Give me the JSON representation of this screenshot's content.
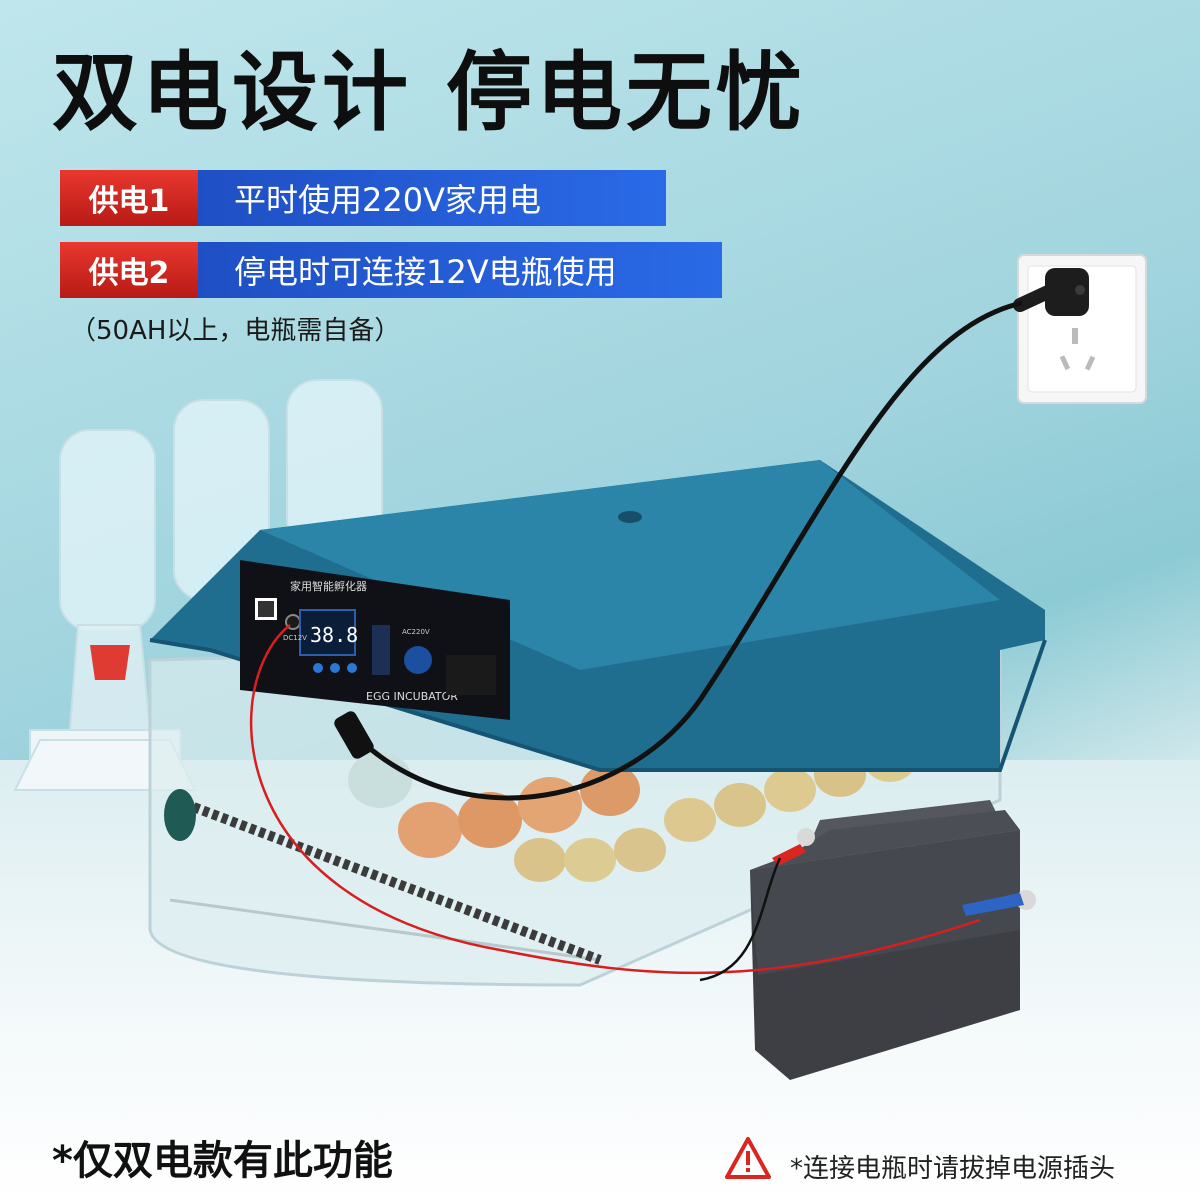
{
  "headline": "双电设计 停电无忧",
  "power_rows": [
    {
      "tag": "供电1",
      "text": "平时使用220V家用电"
    },
    {
      "tag": "供电2",
      "text": "停电时可连接12V电瓶使用"
    }
  ],
  "battery_note": "（50AH以上，电瓶需自备）",
  "panel": {
    "brand_cn": "家用智能孵化器",
    "brand_en": "EGG INCUBATOR",
    "display": "38.8",
    "dc_label": "DC12V",
    "ac_label": "AC220V"
  },
  "footer": {
    "left_note": "*仅双电款有此功能",
    "right_note": "*连接电瓶时请拔掉电源插头"
  },
  "colors": {
    "tag_red": "#d9261f",
    "desc_blue": "#2458d6",
    "lid_teal": "#1f6e90",
    "battery_gray": "#3d3f45"
  },
  "icons": [
    "warning-triangle-icon",
    "wall-socket-icon",
    "power-plug-icon"
  ]
}
